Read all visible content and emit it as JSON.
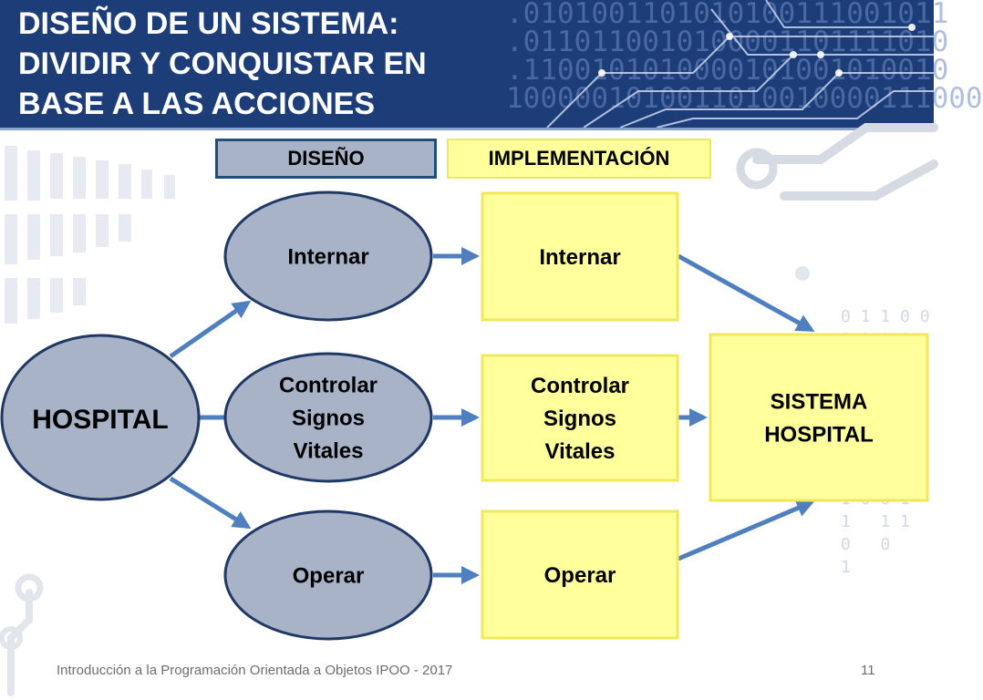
{
  "slide": {
    "title_lines": [
      "DISEÑO DE UN SISTEMA:",
      "DIVIDIR Y CONQUISTAR EN",
      "BASE A LAS ACCIONES"
    ],
    "header_binary": ".0101001101010100111001011\n.0110110010100001101111010\n.1100101010000101001010010\n1000001010011010010000111000\n",
    "side_binary": "0 1 1 0 0\n1 0 0 1\n1 0 1 1\n1 0 1 1\n0 1 1 0\n1 0 0 1\n1 0 1 1\n0 1 1 0\n1 0 0 1\n1   1 1\n0   0\n1",
    "labels": {
      "design": "DISEÑO",
      "implementation": "IMPLEMENTACIÓN"
    },
    "footer": "Introducción a la Programación Orientada a Objetos IPOO - 2017",
    "page_number": "11"
  },
  "diagram": {
    "root": {
      "label": "HOSPITAL"
    },
    "design_nodes": [
      {
        "lines": [
          "Internar"
        ]
      },
      {
        "lines": [
          "Controlar",
          "Signos",
          "Vitales"
        ]
      },
      {
        "lines": [
          "Operar"
        ]
      }
    ],
    "impl_nodes": [
      {
        "lines": [
          "Internar"
        ]
      },
      {
        "lines": [
          "Controlar",
          "Signos",
          "Vitales"
        ]
      },
      {
        "lines": [
          "Operar"
        ]
      }
    ],
    "system": {
      "lines": [
        "SISTEMA",
        "HOSPITAL"
      ]
    }
  },
  "colors": {
    "header_bg": "#1d3d78",
    "ellipse_fill": "#a8b3c8",
    "ellipse_stroke": "#1f3864",
    "box_fill": "#ffff9c",
    "box_stroke": "#f1e75a",
    "arrow": "#4f7fbf"
  }
}
